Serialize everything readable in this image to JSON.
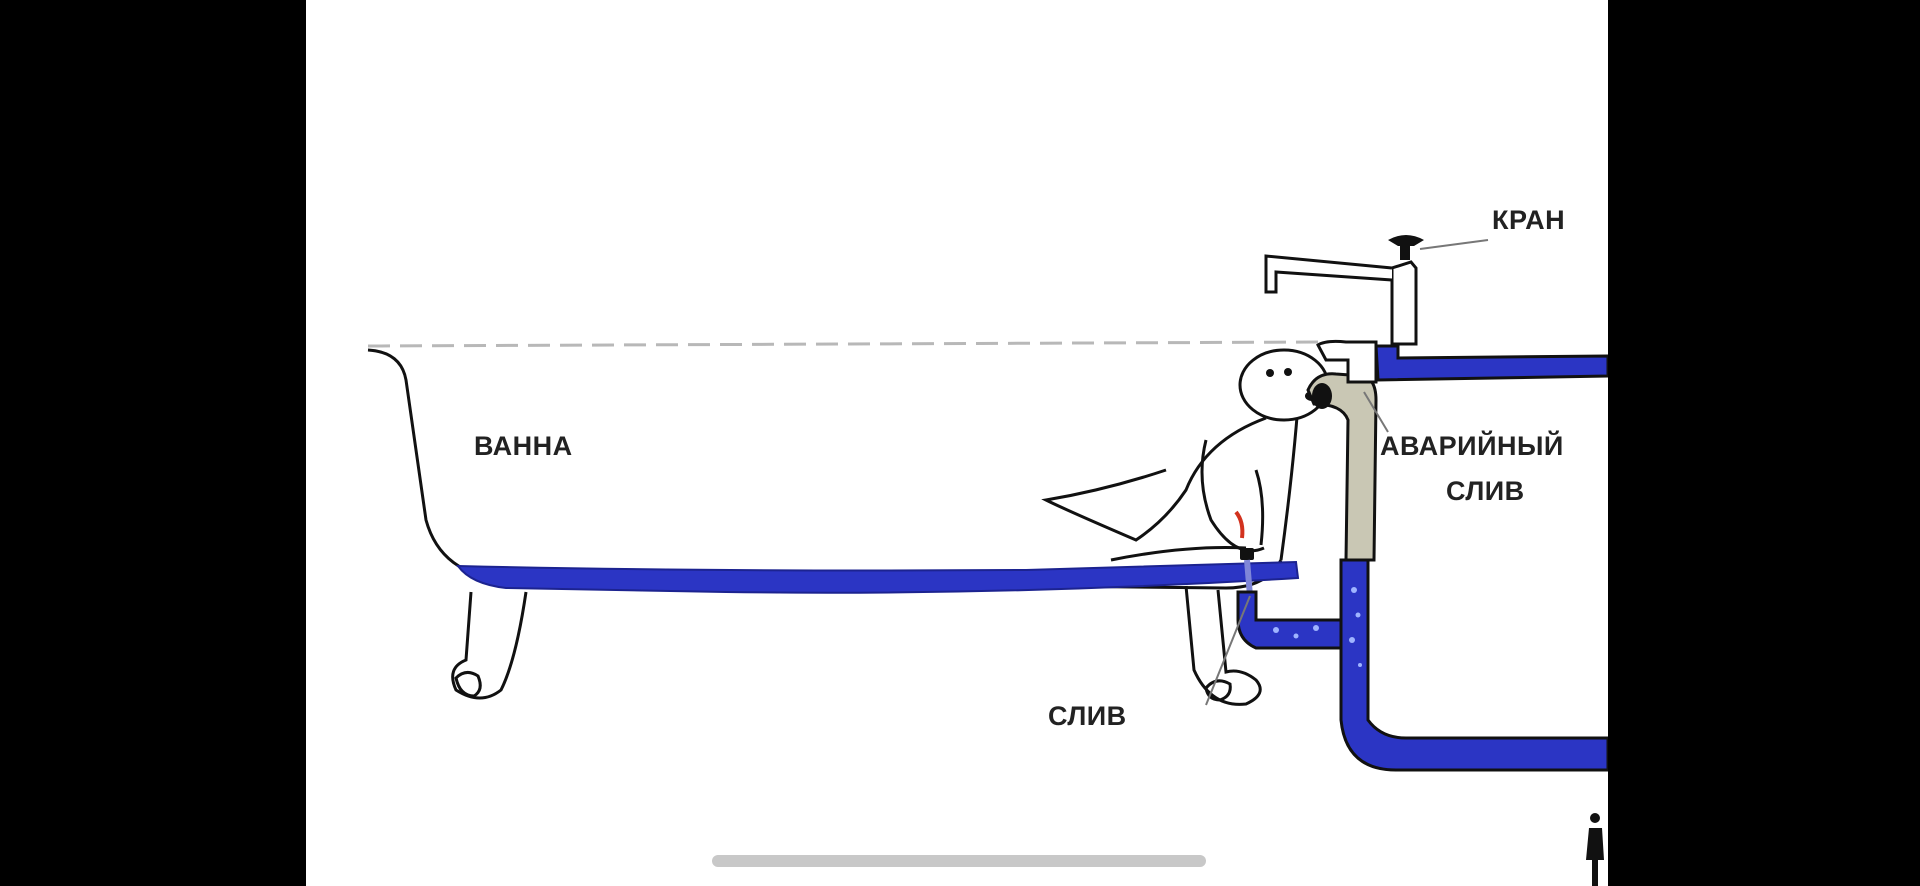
{
  "diagram": {
    "labels": {
      "bathtub": "ВАННА",
      "faucet": "КРАН",
      "emergency_drain_line1": "АВАРИЙНЫЙ",
      "emergency_drain_line2": "СЛИВ",
      "drain": "СЛИВ"
    }
  },
  "colors": {
    "background": "#000000",
    "panel": "#ffffff",
    "water": "#2b35c4",
    "water_dark": "#1c2390",
    "outline": "#111111",
    "emergency_pipe": "#c9c7b4",
    "bubbles": "#9fb4ff",
    "home_indicator": "#c8c8c8"
  },
  "icons": [
    "faucet-icon",
    "person-icon",
    "seal-icon",
    "plug-icon",
    "claw-foot-icon"
  ]
}
